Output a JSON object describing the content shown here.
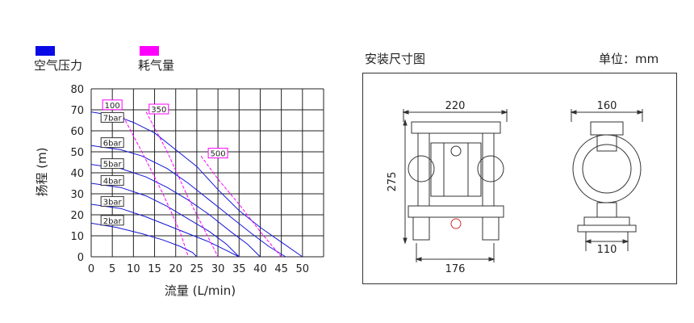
{
  "legend": [
    {
      "label": "空气压力",
      "color": "#0a0ae6"
    },
    {
      "label": "耗气量",
      "color": "#ff00ff"
    }
  ],
  "chart_data": {
    "type": "line",
    "xlabel": "流量 (L/min)",
    "ylabel": "扬程 (m)",
    "xlim": [
      0,
      55
    ],
    "ylim": [
      0,
      80
    ],
    "xticks": [
      "0",
      "5",
      "10",
      "15",
      "20",
      "25",
      "30",
      "35",
      "40",
      "45",
      "50"
    ],
    "yticks": [
      "0",
      "10",
      "20",
      "30",
      "40",
      "50",
      "60",
      "70",
      "80"
    ],
    "grid": true,
    "pressure_series": [
      {
        "name": "7bar",
        "points": [
          [
            0,
            69
          ],
          [
            6,
            67
          ],
          [
            10,
            64
          ],
          [
            15,
            59
          ],
          [
            20,
            51
          ],
          [
            25,
            43
          ],
          [
            30,
            32
          ],
          [
            35,
            22
          ],
          [
            40,
            14
          ],
          [
            45,
            7
          ],
          [
            50,
            0
          ]
        ]
      },
      {
        "name": "6bar",
        "points": [
          [
            0,
            53
          ],
          [
            7,
            51
          ],
          [
            12,
            48
          ],
          [
            18,
            42
          ],
          [
            23,
            35
          ],
          [
            28,
            27
          ],
          [
            33,
            19
          ],
          [
            38,
            11
          ],
          [
            42,
            5
          ],
          [
            46,
            0
          ]
        ]
      },
      {
        "name": "5bar",
        "points": [
          [
            0,
            44
          ],
          [
            7,
            42
          ],
          [
            13,
            38
          ],
          [
            18,
            33
          ],
          [
            23,
            27
          ],
          [
            28,
            20
          ],
          [
            33,
            12
          ],
          [
            37,
            6
          ],
          [
            40,
            0
          ]
        ]
      },
      {
        "name": "4bar",
        "points": [
          [
            0,
            35
          ],
          [
            7,
            33
          ],
          [
            13,
            29
          ],
          [
            18,
            24
          ],
          [
            23,
            18
          ],
          [
            28,
            12
          ],
          [
            32,
            6
          ],
          [
            35,
            0
          ]
        ]
      },
      {
        "name": "3bar",
        "points": [
          [
            0,
            25
          ],
          [
            7,
            23
          ],
          [
            13,
            19
          ],
          [
            18,
            15
          ],
          [
            23,
            11
          ],
          [
            28,
            7
          ],
          [
            32,
            3
          ],
          [
            35,
            0
          ]
        ]
      },
      {
        "name": "2bar",
        "points": [
          [
            0,
            16
          ],
          [
            6,
            14
          ],
          [
            12,
            11
          ],
          [
            17,
            8
          ],
          [
            21,
            5
          ],
          [
            24,
            2
          ],
          [
            25,
            0
          ]
        ]
      }
    ],
    "consumption_series": [
      {
        "name": "100",
        "points": [
          [
            7,
            69
          ],
          [
            12,
            50
          ],
          [
            17,
            30
          ],
          [
            21,
            12
          ],
          [
            23,
            0
          ]
        ]
      },
      {
        "name": "350",
        "points": [
          [
            13,
            69
          ],
          [
            18,
            50
          ],
          [
            23,
            28
          ],
          [
            27,
            12
          ],
          [
            30,
            0
          ]
        ]
      },
      {
        "name": "500",
        "points": [
          [
            26,
            48
          ],
          [
            30,
            37
          ],
          [
            35,
            25
          ],
          [
            40,
            12
          ],
          [
            45,
            0
          ]
        ]
      }
    ],
    "pressure_label_points": [
      [
        5,
        66
      ],
      [
        5,
        54
      ],
      [
        5,
        44
      ],
      [
        5,
        36
      ],
      [
        5,
        26
      ],
      [
        5,
        17
      ]
    ],
    "consumption_label_points": [
      [
        5,
        72
      ],
      [
        16,
        70
      ],
      [
        30,
        49
      ]
    ]
  },
  "drawing": {
    "title": "安装尺寸图",
    "unit_label": "单位：mm",
    "dim_220": "220",
    "dim_275": "275",
    "dim_176": "176",
    "dim_160": "160",
    "dim_110": "110"
  }
}
